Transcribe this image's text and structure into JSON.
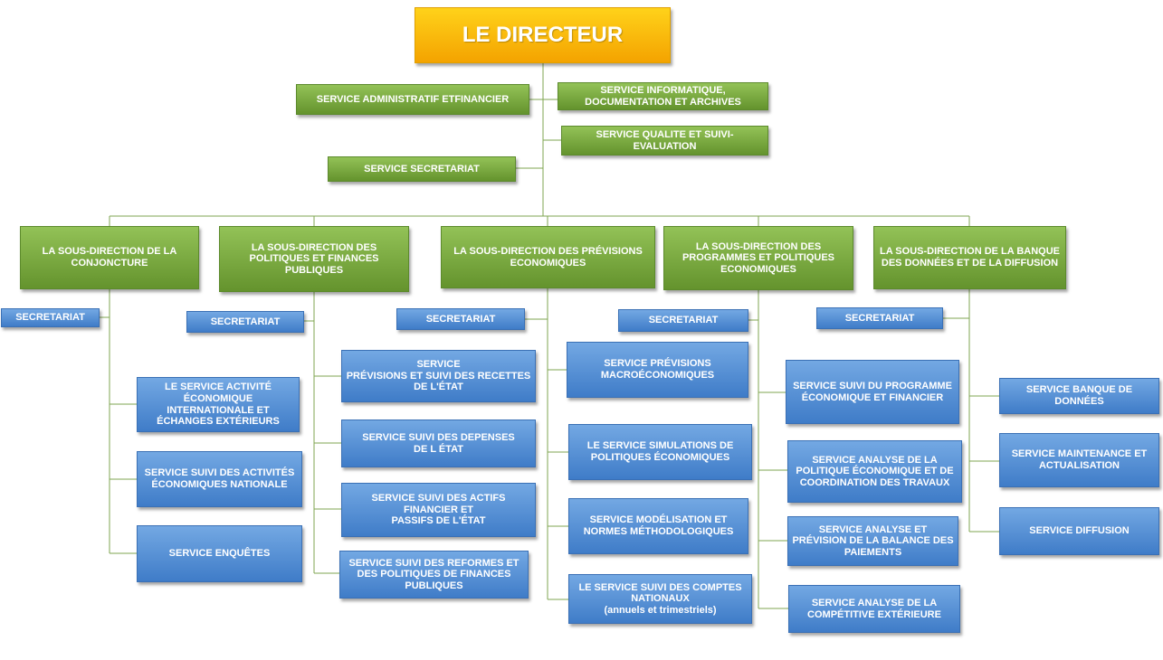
{
  "director": "LE DIRECTEUR",
  "staff": {
    "admin": "SERVICE ADMINISTRATIF ETFINANCIER",
    "info": [
      "SERVICE INFORMATIQUE,",
      "DOCUMENTATION ET ARCHIVES"
    ],
    "qualite": "SERVICE QUALITE ET SUIVI-EVALUATION",
    "secretariat": "SERVICE SECRETARIAT"
  },
  "subdirections": [
    {
      "title": "LA SOUS-DIRECTION DE LA CONJONCTURE",
      "secretariat": "SECRETARIAT",
      "services": [
        "LE SERVICE ACTIVITÉ ÉCONOMIQUE INTERNATIONALE ET ÉCHANGES EXTÉRIEURS",
        "SERVICE SUIVI DES ACTIVITÉS ÉCONOMIQUES NATIONALE",
        "SERVICE ENQUÊTES"
      ]
    },
    {
      "title": "LA SOUS-DIRECTION DES POLITIQUES ET FINANCES PUBLIQUES",
      "secretariat": "SECRETARIAT",
      "services": [
        "SERVICE",
        "PRÉVISIONS ET SUIVI DES RECETTES DE L'ÉTAT",
        "SERVICE SUIVI DES DEPENSES",
        "DE L ÉTAT",
        "SERVICE SUIVI DES ACTIFS FINANCIER ET",
        "PASSIFS DE L'ÉTAT",
        "SERVICE SUIVI DES REFORMES ET DES POLITIQUES DE FINANCES PUBLIQUES"
      ]
    },
    {
      "title": "LA SOUS-DIRECTION DES PRÉVISIONS ECONOMIQUES",
      "secretariat": "SECRETARIAT",
      "services": [
        "SERVICE PRÉVISIONS MACROÉCONOMIQUES",
        "LE SERVICE SIMULATIONS DE POLITIQUES ÉCONOMIQUES",
        "SERVICE MODÉLISATION ET NORMES MÉTHODOLOGIQUES",
        "LE SERVICE SUIVI  DES COMPTES NATIONAUX",
        "(annuels et trimestriels)"
      ]
    },
    {
      "title": "LA SOUS-DIRECTION DES PROGRAMMES ET POLITIQUES ECONOMIQUES",
      "secretariat": "SECRETARIAT",
      "services": [
        "SERVICE SUIVI DU PROGRAMME ÉCONOMIQUE ET FINANCIER",
        "SERVICE ANALYSE DE LA POLITIQUE ÉCONOMIQUE ET DE COORDINATION DES TRAVAUX",
        "SERVICE ANALYSE ET PRÉVISION DE LA BALANCE DES PAIEMENTS",
        "SERVICE ANALYSE DE LA COMPÉTITIVE EXTÉRIEURE"
      ]
    },
    {
      "title": "LA SOUS-DIRECTION DE LA BANQUE DES DONNÉES ET DE LA DIFFUSION",
      "secretariat": "SECRETARIAT",
      "services": [
        "SERVICE BANQUE DE DONNÉES",
        "SERVICE MAINTENANCE ET ACTUALISATION",
        "SERVICE DIFFUSION"
      ]
    }
  ]
}
